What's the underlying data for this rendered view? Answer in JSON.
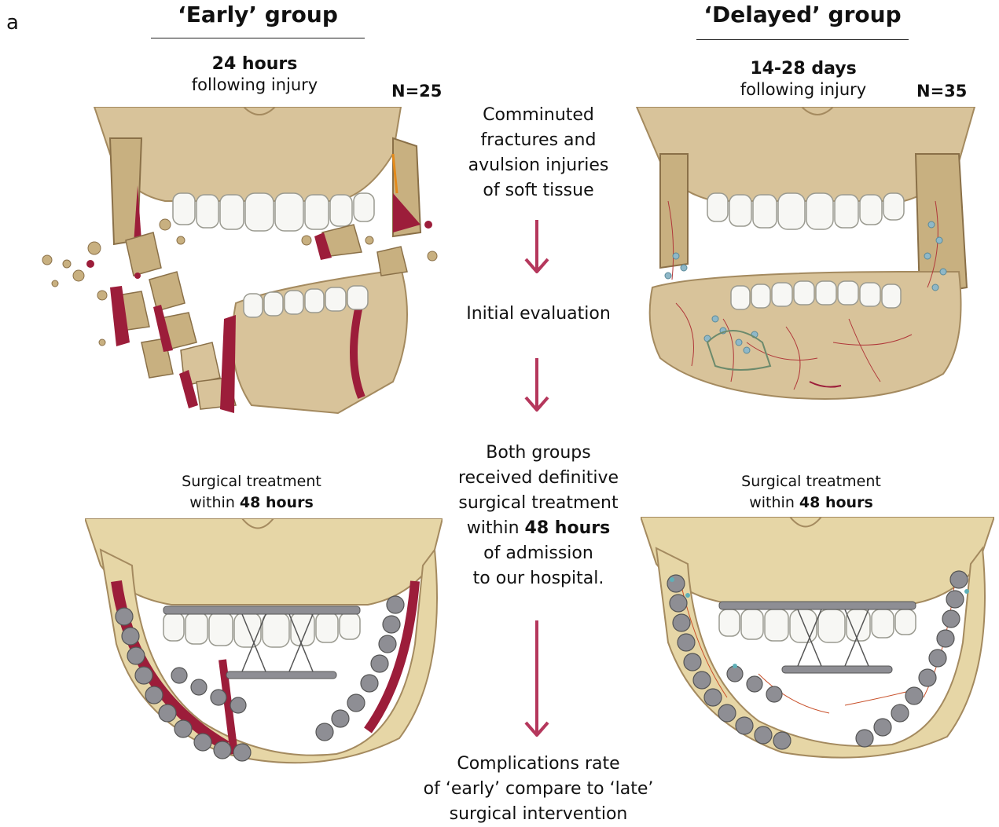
{
  "panel_letter": "a",
  "early": {
    "title": "‘Early’ group",
    "timing_bold": "24 hours",
    "timing_rest": "following injury",
    "n": "N=25",
    "treatment_line1": "Surgical treatment",
    "treatment_prefix": "within",
    "treatment_bold": "48 hours"
  },
  "delayed": {
    "title": "‘Delayed’ group",
    "timing_bold": "14-28 days",
    "timing_rest": "following injury",
    "n": "N=35",
    "treatment_line1": "Surgical treatment",
    "treatment_prefix": "within",
    "treatment_bold": "48 hours"
  },
  "flow": {
    "step1": [
      "Comminuted",
      "fractures and",
      "avulsion injuries",
      "of soft tissue"
    ],
    "step2": "Initial evaluation",
    "step3_l1": "Both groups",
    "step3_l2": "received definitive",
    "step3_l3": "surgical treatment",
    "step3_l4_prefix": "within",
    "step3_l4_bold": "48 hours",
    "step3_l5": "of admission",
    "step3_l6": "to our hospital.",
    "step4": [
      "Complications rate",
      "of ‘early’ compare to ‘late’",
      "surgical intervention"
    ]
  },
  "colors": {
    "arrow": "#b5375c",
    "bone": "#d8c39a",
    "bone_dark": "#a48a5f",
    "blood": "#9c1d3a",
    "tooth": "#f7f7f4",
    "plate": "#8e8e94"
  }
}
